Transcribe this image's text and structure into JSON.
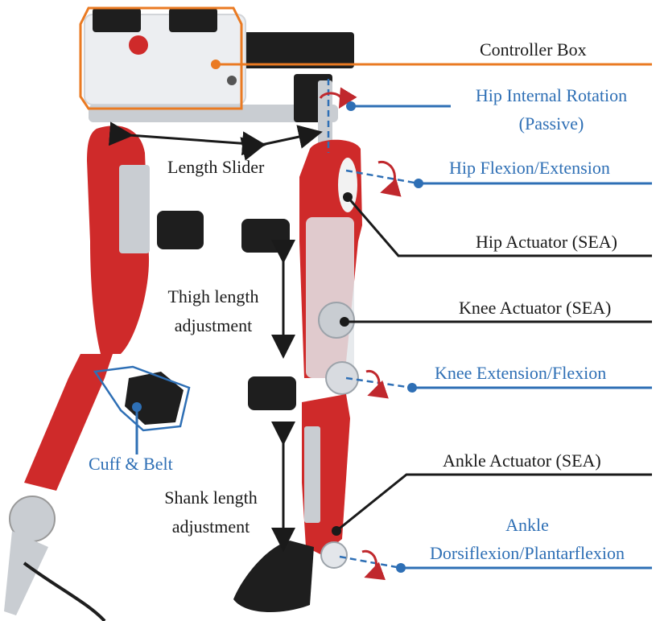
{
  "colors": {
    "exo_red": "#cf2a2a",
    "exo_red_dark": "#9e1d1d",
    "frame_silver": "#c9cdd2",
    "controller_box": "#eceef1",
    "strap_black": "#1e1e1e",
    "highlight_orange": "#ea7a22",
    "annotation_blue": "#2e6fb5",
    "annotation_black": "#1a1a1a",
    "rotation_arrow": "#c0282d"
  },
  "labels": {
    "controller_box": "Controller Box",
    "hip_internal_rotation_1": "Hip Internal Rotation",
    "hip_internal_rotation_2": "(Passive)",
    "hip_flexion_extension": "Hip Flexion/Extension",
    "hip_actuator": "Hip Actuator (SEA)",
    "knee_actuator": "Knee Actuator (SEA)",
    "knee_extension_flexion": "Knee Extension/Flexion",
    "ankle_actuator": "Ankle Actuator (SEA)",
    "ankle_1": "Ankle",
    "ankle_2": "Dorsiflexion/Plantarflexion",
    "length_slider": "Length Slider",
    "thigh_length_1": "Thigh length",
    "thigh_length_2": "adjustment",
    "shank_length_1": "Shank length",
    "shank_length_2": "adjustment",
    "cuff_belt": "Cuff & Belt"
  }
}
